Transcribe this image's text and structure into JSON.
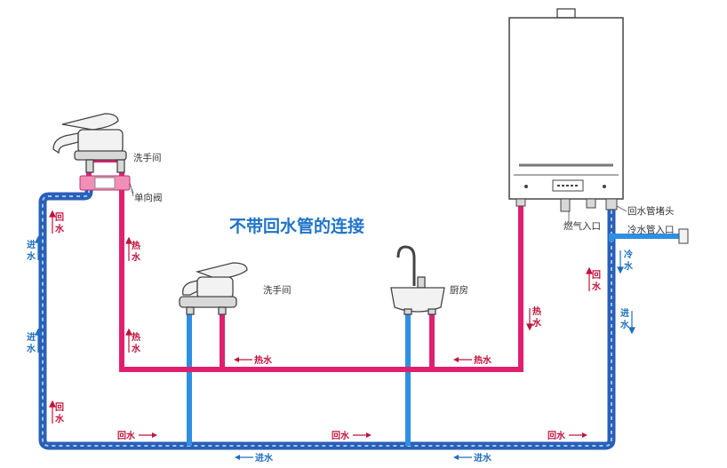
{
  "title": "不带回水管的连接",
  "labels": {
    "sink_bathroom_top": "洗手间",
    "check_valve": "单向阀",
    "sink_bathroom_mid": "洗手间",
    "kitchen": "厨房",
    "return_plug": "回水管堵头",
    "gas_inlet": "燃气入口",
    "cold_inlet": "冷水管入口"
  },
  "flow_text": {
    "hot": "热",
    "water": "水",
    "return": "回",
    "inlet": "进",
    "cold": "冷",
    "hot_water": "热水",
    "return_water": "回水",
    "inlet_water": "进水"
  },
  "colors": {
    "hot_pipe": "#e0206f",
    "cold_pipe": "#2f8fe0",
    "return_pipe": "#2a5fb8",
    "hot_text": "#c0143c",
    "cold_text": "#1f6fbf",
    "title": "#1f74c8"
  }
}
